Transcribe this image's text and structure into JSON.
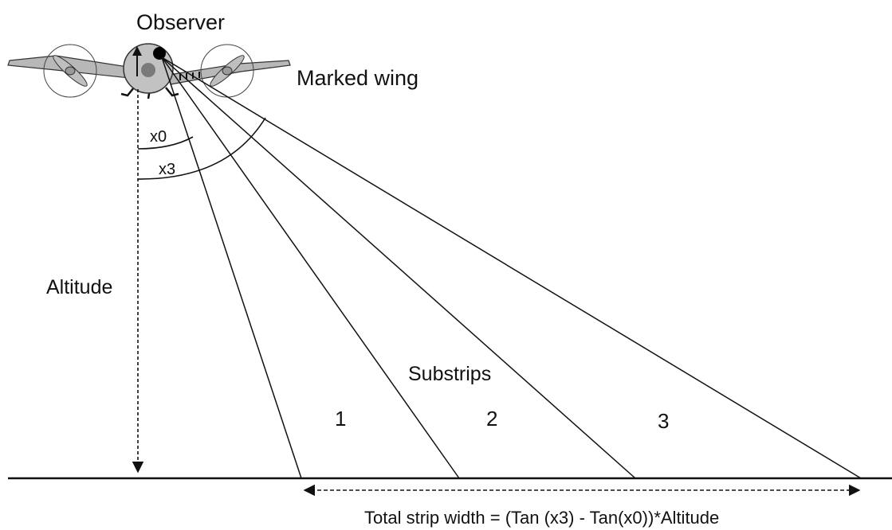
{
  "diagram": {
    "labels": {
      "observer": "Observer",
      "marked_wing": "Marked wing",
      "angle_x0": "x0",
      "angle_x3": "x3",
      "altitude": "Altitude",
      "substrips": "Substrips",
      "substrip_1": "1",
      "substrip_2": "2",
      "substrip_3": "3",
      "formula": "Total strip width = (Tan (x3) - Tan(x0))*Altitude"
    },
    "colors": {
      "line": "#111111",
      "fuselage": "#bdbdbd",
      "fuselage_dark": "#7a7a7a",
      "wing": "#b8b8b8",
      "observer_head": "#000000"
    }
  }
}
